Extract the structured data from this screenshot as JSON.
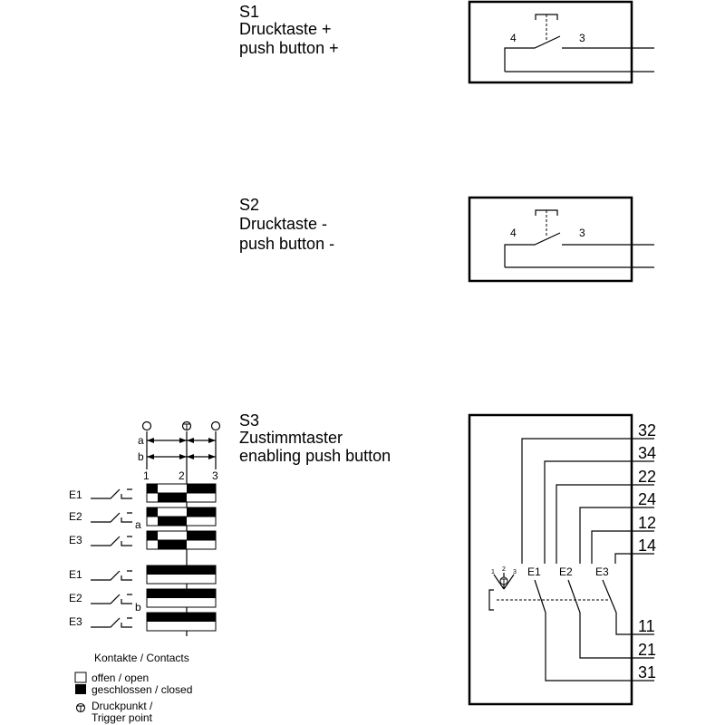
{
  "s1": {
    "id": "S1",
    "line1": "Drucktaste +",
    "line2": "push button +",
    "contact_left": "4",
    "contact_right": "3"
  },
  "s2": {
    "id": "S2",
    "line1": "Drucktaste -",
    "line2": "push button -",
    "contact_left": "4",
    "contact_right": "3"
  },
  "s3": {
    "id": "S3",
    "line1": "Zustimmtaster",
    "line2": "enabling push button",
    "terminals_right": [
      "32",
      "34",
      "22",
      "24",
      "12",
      "14"
    ],
    "terminals_bottom": [
      "11",
      "21",
      "31"
    ],
    "contacts": [
      "E1",
      "E2",
      "E3"
    ],
    "pos_labels": [
      "1",
      "2",
      "3"
    ]
  },
  "timing": {
    "axis_a": "a",
    "axis_b": "b",
    "pos_labels": [
      "1",
      "2",
      "3"
    ],
    "group_a_label": "a",
    "group_b_label": "b",
    "rows": [
      {
        "label": "E1",
        "group": "a"
      },
      {
        "label": "E2",
        "group": "a"
      },
      {
        "label": "E3",
        "group": "a"
      },
      {
        "label": "E1",
        "group": "b"
      },
      {
        "label": "E2",
        "group": "b"
      },
      {
        "label": "E3",
        "group": "b"
      }
    ]
  },
  "legend": {
    "contacts_title": "Kontakte / Contacts",
    "open": "offen / open",
    "closed": "geschlossen / closed",
    "trigger_line1": "Druckpunkt /",
    "trigger_line2": "Trigger point"
  }
}
